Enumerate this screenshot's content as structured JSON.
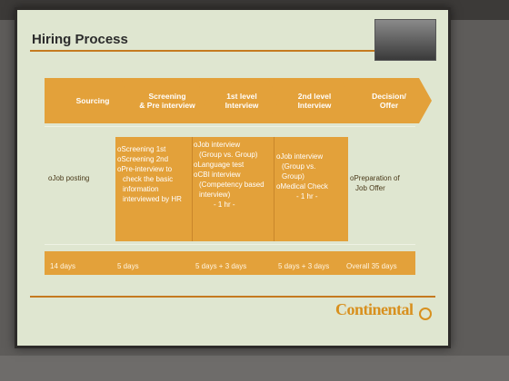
{
  "slide": {
    "title": "Hiring Process",
    "brand": "Continental"
  },
  "stages": [
    {
      "label": "Sourcing"
    },
    {
      "label": "Screening\n& Pre interview"
    },
    {
      "label": "1st level\nInterview"
    },
    {
      "label": "2nd level\nInterview"
    },
    {
      "label": "Decision/\nOffer"
    }
  ],
  "columns": {
    "sourcing": [
      "oJob posting"
    ],
    "screening": [
      "oScreening 1st",
      "oScreening 2nd",
      "oPre-interview to",
      "check the basic",
      "information",
      "interviewed by HR"
    ],
    "first_level": [
      "oJob interview",
      "(Group vs. Group)",
      "oLanguage test",
      "oCBI interview",
      "(Competency based",
      "interview)",
      "- 1 hr -"
    ],
    "second_level": [
      "oJob interview",
      "(Group vs.",
      "Group)",
      "oMedical Check",
      "- 1 hr -"
    ],
    "decision": [
      "oPreparation of",
      "Job Offer"
    ]
  },
  "days": [
    "14 days",
    "5 days",
    "5 days + 3 days",
    "5 days + 3 days",
    "Overall 35 days"
  ],
  "colors": {
    "accent": "#e3a13a",
    "rule": "#c57a1f"
  }
}
